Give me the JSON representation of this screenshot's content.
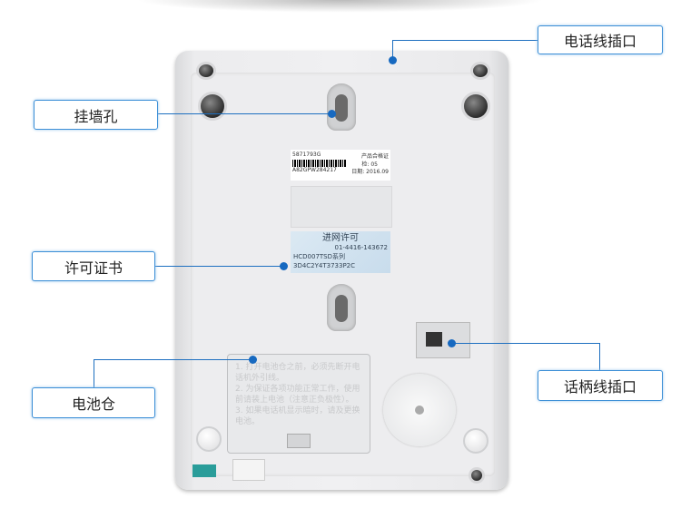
{
  "callouts": {
    "phone_line_port": "电话线插口",
    "wall_mount_hole": "挂墙孔",
    "license_certificate": "许可证书",
    "battery_compartment": "电池仓",
    "handset_cord_port": "话柄线插口"
  },
  "device": {
    "barcode_label": {
      "serial": "5871793G",
      "code": "A82GPW284217",
      "title": "产品合格证",
      "inspector": "检: 05",
      "date": "日期: 2016.09"
    },
    "network_license": {
      "title": "进网许可",
      "number": "01-4416-143672",
      "model": "HCD007TSD系列",
      "code": "3D4C2Y4T3733P2C"
    },
    "battery_notes": [
      "1. 打开电池仓之前，必须先断开电话机外引线。",
      "2. 为保证各项功能正常工作，使用前请装上电池（注意正负极性）。",
      "3. 如果电话机显示暗时，请及更换电池。"
    ]
  },
  "colors": {
    "accent": "#1d6fc0"
  }
}
